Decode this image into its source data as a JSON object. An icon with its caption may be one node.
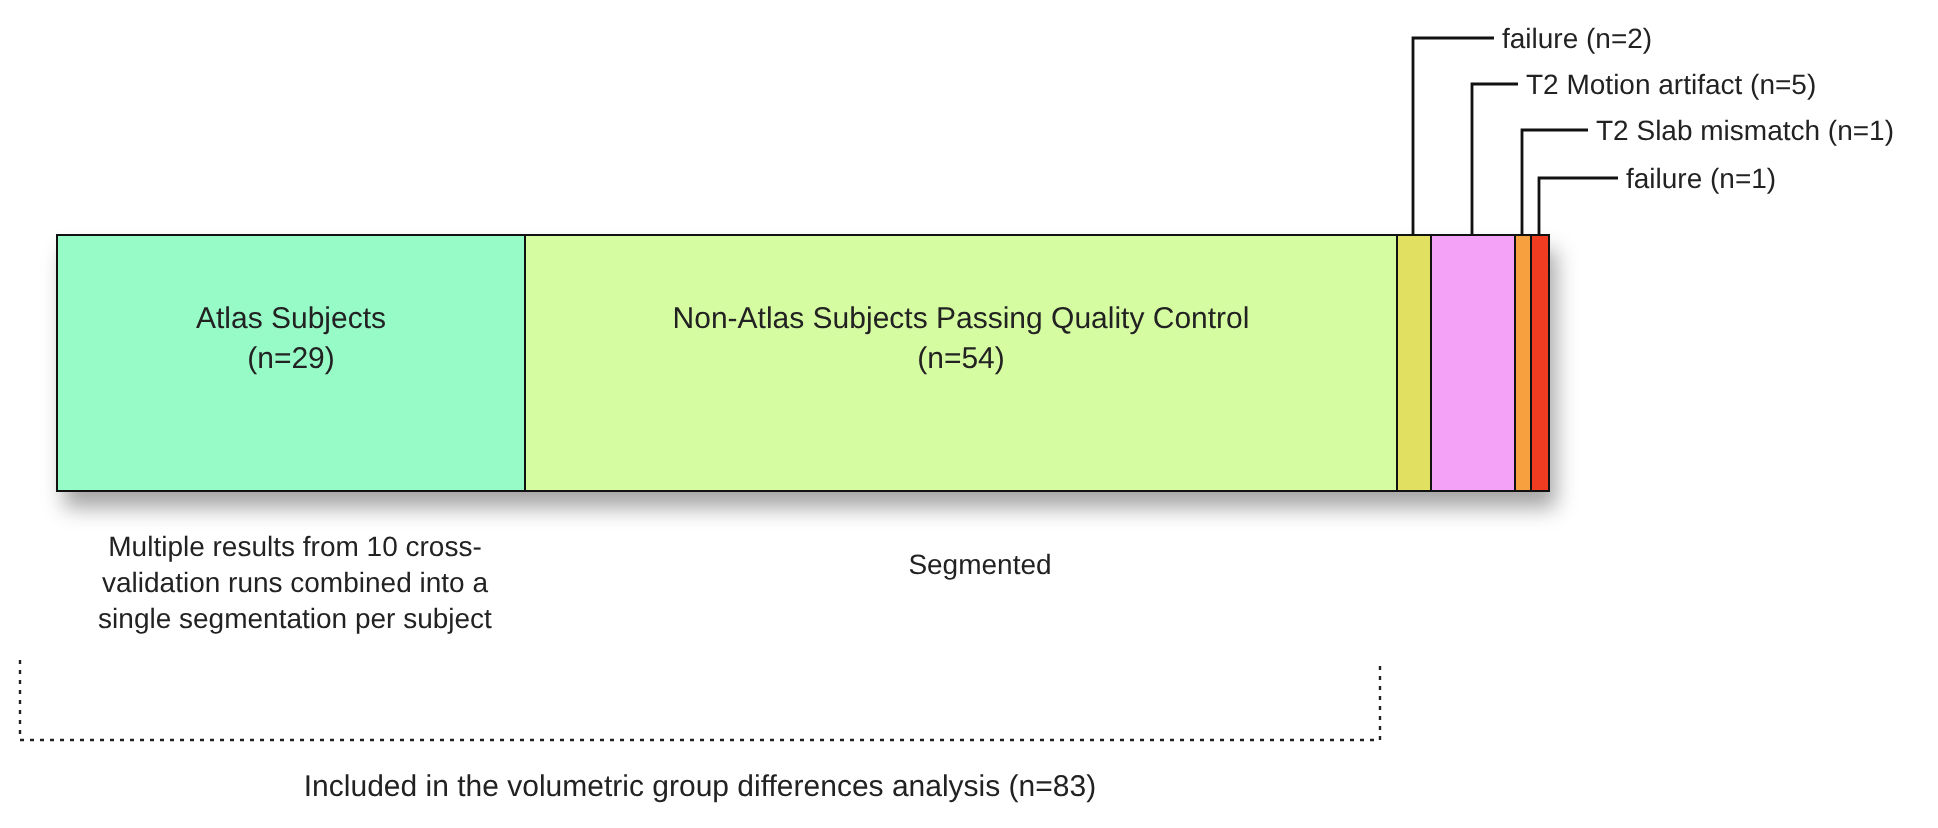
{
  "diagram": {
    "nodes": [
      {
        "text": [
          "Atlas Subjects (n=29)"
        ],
        "beside": [
          "Multiple results from 10 cross-validation runs combined into a single segmentation per subject"
        ]
      },
      {
        "text": [
          "Non-Atlas Subjects Passing Quality Control (n=54)"
        ],
        "beside": [
          "Segmented"
        ]
      },
      {
        "text": [],
        "shape": "bar"
      },
      {
        "text": [],
        "shape": "bar"
      },
      {
        "text": [],
        "shape": "bar"
      },
      {
        "text": [],
        "shape": "bar"
      },
      {
        "text": [
          "failure (n=2)"
        ]
      },
      {
        "text": [
          "T2 Motion artifact (n=5)"
        ]
      },
      {
        "text": [
          "T2 Slab mismatch (n=1)"
        ]
      },
      {
        "text": [
          "failure (n=1)"
        ]
      }
    ],
    "edges": [
      {
        "from": 6,
        "to": 2,
        "arrow": "none"
      },
      {
        "from": 7,
        "to": 3,
        "arrow": "none"
      },
      {
        "from": 8,
        "to": 4,
        "arrow": "none"
      },
      {
        "from": 9,
        "to": 5,
        "arrow": "none"
      }
    ],
    "labels": [
      "Included in the volumetric group differences analysis (n=83)"
    ]
  }
}
